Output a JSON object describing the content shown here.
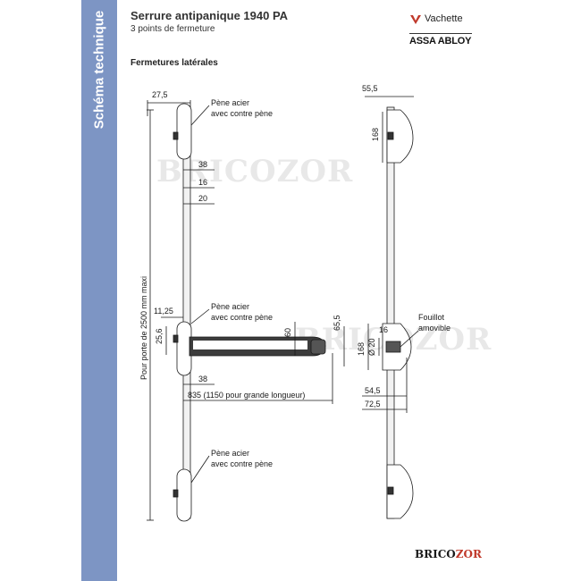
{
  "sidebar": {
    "label": "Schéma technique"
  },
  "header": {
    "title": "Serrure antipanique 1940 PA",
    "subtitle": "3 points de fermeture",
    "section": "Fermetures latérales"
  },
  "brand": {
    "vachette": "Vachette",
    "assa_abloy": "ASSA ABLOY",
    "watermark": "BRICOZOR",
    "footer_prefix": "BRICO",
    "footer_suffix": "ZOR"
  },
  "colors": {
    "band": "#7d95c4",
    "accent": "#c0392b"
  },
  "front": {
    "dim_27_5": "27,5",
    "dim_38_top": "38",
    "dim_16": "16",
    "dim_20": "20",
    "dim_11_25": "11,25",
    "dim_25_6": "25,6",
    "dim_60": "60",
    "dim_65_5": "65,5",
    "dim_38_bottom": "38",
    "dim_835": "835 (1150 pour grande longueur)",
    "dim_height": "Pour porte de 2500 mm maxi",
    "note_top_1": "Pène acier",
    "note_top_2": "avec contre pène",
    "note_mid_1": "Pène acier",
    "note_mid_2": "avec contre pène",
    "note_bot_1": "Pène acier",
    "note_bot_2": "avec contre pène"
  },
  "side": {
    "dim_55_5": "55,5",
    "dim_168_top": "168",
    "dim_16": "16",
    "dim_168_mid": "168",
    "dim_diam_20": "Ø 20",
    "dim_54_5": "54,5",
    "dim_72_5": "72,5",
    "note_fouillot_1": "Fouillot",
    "note_fouillot_2": "amovible"
  }
}
